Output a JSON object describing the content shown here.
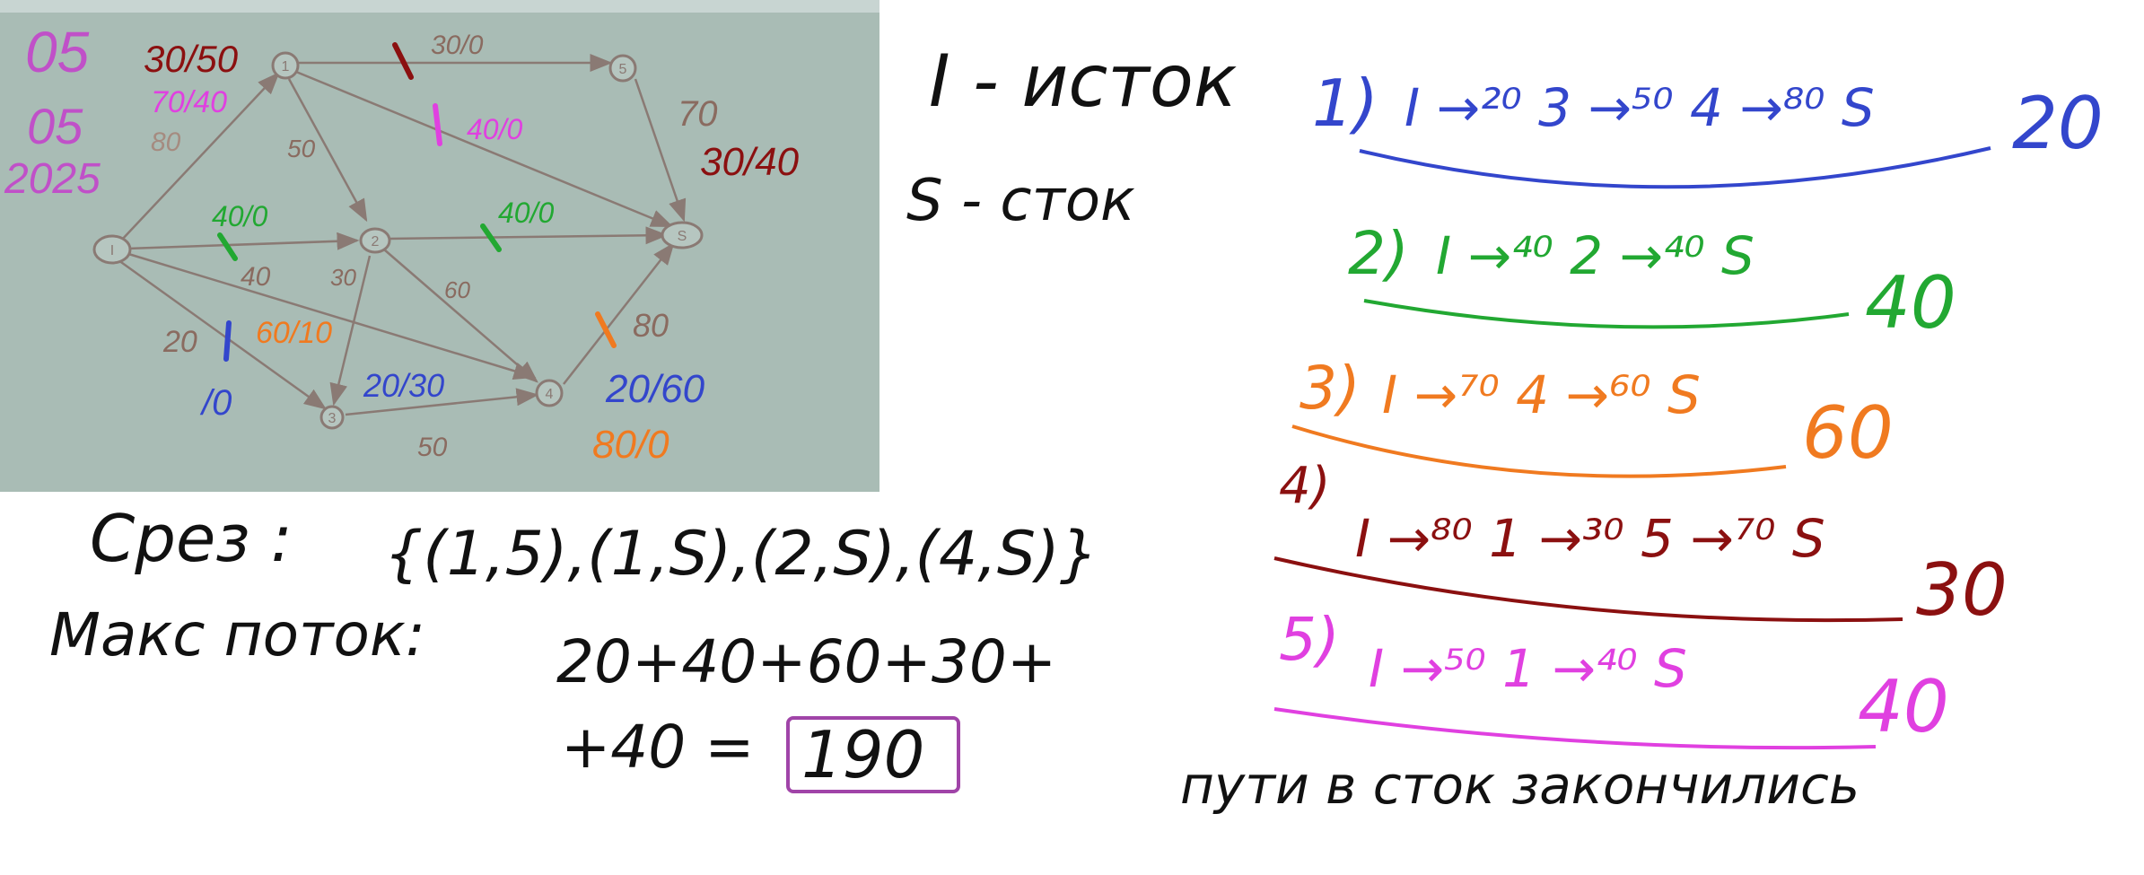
{
  "board": {
    "date_lines": [
      "05",
      "05",
      "2025"
    ],
    "edge_labels": [
      {
        "text": "30/50",
        "color": "#8b1010"
      },
      {
        "text": "70/40",
        "color": "#e040e0"
      },
      {
        "text": "80",
        "color": "#a58b80"
      },
      {
        "text": "30/0",
        "color": "#8a6b60"
      },
      {
        "text": "40/0",
        "color": "#e040e0"
      },
      {
        "text": "50",
        "color": "#8a6b60"
      },
      {
        "text": "70",
        "color": "#8a6b60"
      },
      {
        "text": "30/40",
        "color": "#8b1010"
      },
      {
        "text": "40/0",
        "color": "#22a832"
      },
      {
        "text": "40/0",
        "color": "#22a832"
      },
      {
        "text": "40",
        "color": "#8a6b60"
      },
      {
        "text": "30",
        "color": "#8a6b60"
      },
      {
        "text": "60",
        "color": "#8a6b60"
      },
      {
        "text": "20",
        "color": "#8a6b60"
      },
      {
        "text": "60/10",
        "color": "#f07a20"
      },
      {
        "text": "/0",
        "color": "#3346cc"
      },
      {
        "text": "20/30",
        "color": "#3346cc"
      },
      {
        "text": "80",
        "color": "#8a6b60"
      },
      {
        "text": "20/60",
        "color": "#3346cc"
      },
      {
        "text": "80/0",
        "color": "#f07a20"
      },
      {
        "text": "50",
        "color": "#8a6b60"
      }
    ],
    "nodes": [
      "I",
      "1",
      "2",
      "3",
      "4",
      "5",
      "S"
    ]
  },
  "legend": {
    "source": "I - исток",
    "sink": "S - сток"
  },
  "cut": {
    "label": "Срез :",
    "set": "{(1,5),(1,S),(2,S),(4,S)}"
  },
  "max_flow": {
    "label": "Макс поток:",
    "expr_line1": "20+40+60+30+",
    "expr_line2": "+40 =",
    "result": "190"
  },
  "paths": [
    {
      "num": "1)",
      "path": "I →²⁰ 3 →⁵⁰ 4 →⁸⁰ S",
      "value": "20",
      "color": "#3346cc"
    },
    {
      "num": "2)",
      "path": "I →⁴⁰ 2 →⁴⁰ S",
      "value": "40",
      "color": "#22a832"
    },
    {
      "num": "3)",
      "path": "I →⁷⁰ 4 →⁶⁰ S",
      "value": "60",
      "color": "#f07a20"
    },
    {
      "num": "4)",
      "path": "I →⁸⁰ 1 →³⁰ 5 →⁷⁰ S",
      "value": "30",
      "color": "#8b1010"
    },
    {
      "num": "5)",
      "path": "I →⁵⁰ 1 →⁴⁰ S",
      "value": "40",
      "color": "#e040e0"
    }
  ],
  "footer": "пути в сток закончились"
}
